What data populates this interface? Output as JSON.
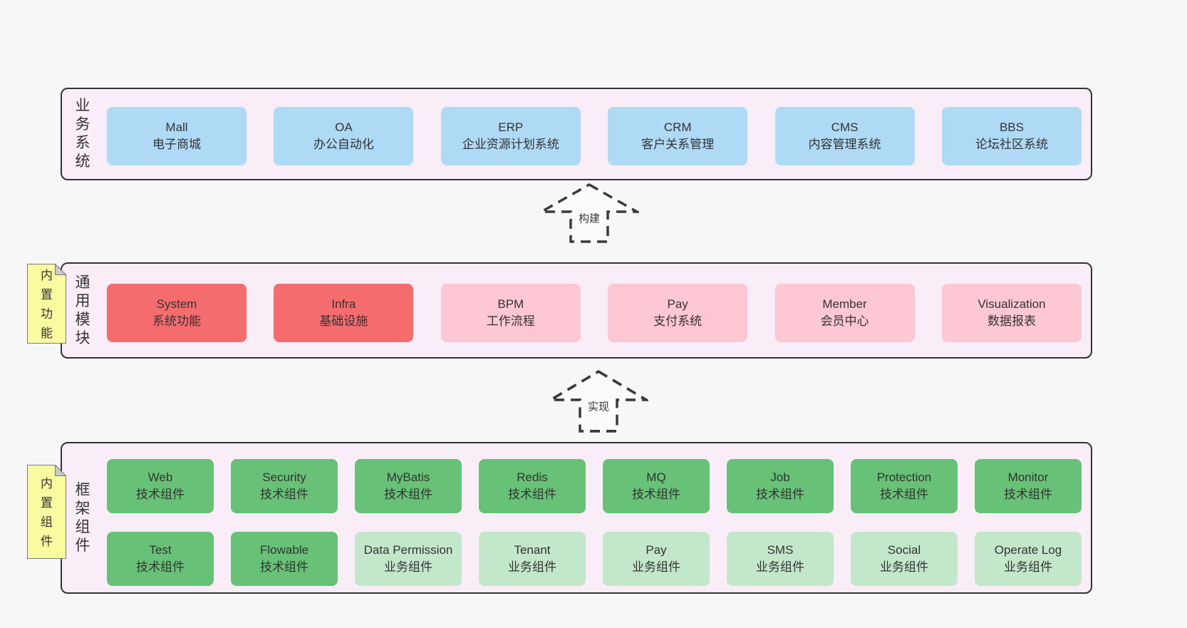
{
  "page": {
    "bg": "#f7f7f7"
  },
  "colors": {
    "container_bg": "#f9eef7",
    "border": "#333333",
    "sticky_bg": "#fafaa0",
    "sticky_border": "#7a7a7a",
    "sticky_fold": "#c9c9c9",
    "arrow_stroke": "#3a3a3a",
    "blue": "#aedaf6",
    "red": "#f56c6f",
    "pink": "#fdc8d3",
    "green": "#67c177",
    "lightgreen": "#c3e7ca"
  },
  "arrows": [
    {
      "label": "构建"
    },
    {
      "label": "实现"
    }
  ],
  "layers": {
    "business": {
      "label": "业务系统",
      "boxes": [
        {
          "title": "Mall",
          "subtitle": "电子商城",
          "variant": "blue"
        },
        {
          "title": "OA",
          "subtitle": "办公自动化",
          "variant": "blue"
        },
        {
          "title": "ERP",
          "subtitle": "企业资源计划系统",
          "variant": "blue"
        },
        {
          "title": "CRM",
          "subtitle": "客户关系管理",
          "variant": "blue"
        },
        {
          "title": "CMS",
          "subtitle": "内容管理系统",
          "variant": "blue"
        },
        {
          "title": "BBS",
          "subtitle": "论坛社区系统",
          "variant": "blue"
        }
      ]
    },
    "modules": {
      "label": "通用模块",
      "sticky": "内置功能",
      "boxes": [
        {
          "title": "System",
          "subtitle": "系统功能",
          "variant": "red"
        },
        {
          "title": "Infra",
          "subtitle": "基础设施",
          "variant": "red"
        },
        {
          "title": "BPM",
          "subtitle": "工作流程",
          "variant": "pink"
        },
        {
          "title": "Pay",
          "subtitle": "支付系统",
          "variant": "pink"
        },
        {
          "title": "Member",
          "subtitle": "会员中心",
          "variant": "pink"
        },
        {
          "title": "Visualization",
          "subtitle": "数据报表",
          "variant": "pink"
        }
      ]
    },
    "components": {
      "label": "框架组件",
      "sticky": "内置组件",
      "rows": [
        [
          {
            "title": "Web",
            "subtitle": "技术组件",
            "variant": "green"
          },
          {
            "title": "Security",
            "subtitle": "技术组件",
            "variant": "green"
          },
          {
            "title": "MyBatis",
            "subtitle": "技术组件",
            "variant": "green"
          },
          {
            "title": "Redis",
            "subtitle": "技术组件",
            "variant": "green"
          },
          {
            "title": "MQ",
            "subtitle": "技术组件",
            "variant": "green"
          },
          {
            "title": "Job",
            "subtitle": "技术组件",
            "variant": "green"
          },
          {
            "title": "Protection",
            "subtitle": "技术组件",
            "variant": "green"
          },
          {
            "title": "Monitor",
            "subtitle": "技术组件",
            "variant": "green"
          }
        ],
        [
          {
            "title": "Test",
            "subtitle": "技术组件",
            "variant": "green"
          },
          {
            "title": "Flowable",
            "subtitle": "技术组件",
            "variant": "green"
          },
          {
            "title": "Data Permission",
            "subtitle": "业务组件",
            "variant": "lightgreen"
          },
          {
            "title": "Tenant",
            "subtitle": "业务组件",
            "variant": "lightgreen"
          },
          {
            "title": "Pay",
            "subtitle": "业务组件",
            "variant": "lightgreen"
          },
          {
            "title": "SMS",
            "subtitle": "业务组件",
            "variant": "lightgreen"
          },
          {
            "title": "Social",
            "subtitle": "业务组件",
            "variant": "lightgreen"
          },
          {
            "title": "Operate Log",
            "subtitle": "业务组件",
            "variant": "lightgreen"
          }
        ]
      ]
    }
  }
}
